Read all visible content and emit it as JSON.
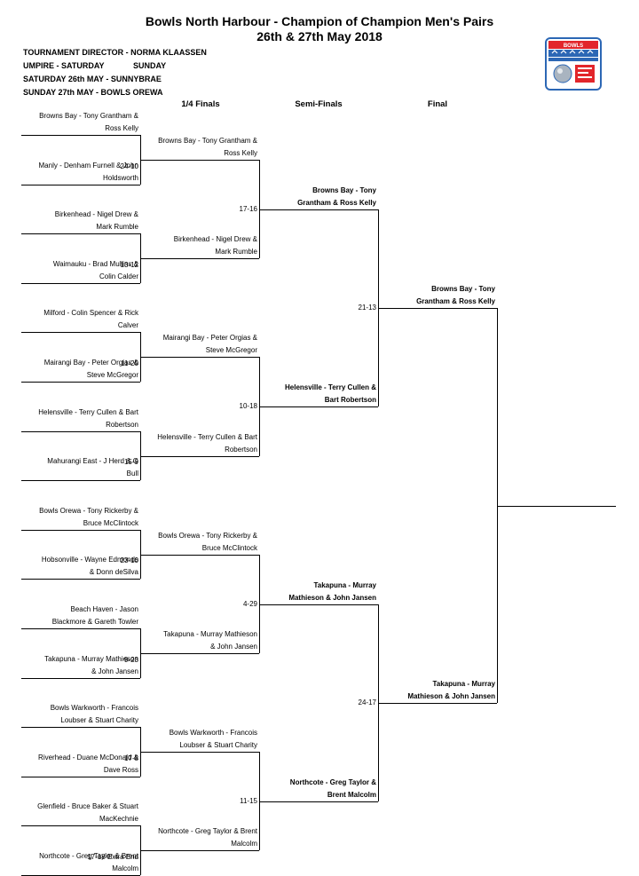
{
  "header": {
    "title": "Bowls North Harbour - Champion of Champion Men's Pairs",
    "dates": "26th & 27th May 2018",
    "director": "TOURNAMENT DIRECTOR - NORMA KLAASSEN",
    "umpire": "UMPIRE - SATURDAY",
    "umpire_sunday": "SUNDAY",
    "saturday": "SATURDAY 26th MAY - SUNNYBRAE",
    "sunday": "SUNDAY 27th MAY - BOWLS OREWA"
  },
  "rounds": {
    "quarter": "1/4 Finals",
    "semi": "Semi-Finals",
    "final": "Final"
  },
  "logo": {
    "text": "BOWLS",
    "colors": {
      "frame": "#2c67b5",
      "red": "#e2262b",
      "silver": "#a9b4c0"
    }
  },
  "entrants": [
    {
      "l1": "Browns Bay - Tony Grantham &",
      "l2": "Ross Kelly"
    },
    {
      "l1": "Manly - Denham Furnell & John",
      "l2": "Holdsworth"
    },
    {
      "l1": "Birkenhead - Nigel Drew &",
      "l2": "Mark Rumble"
    },
    {
      "l1": "Waimauku - Brad Mullins &",
      "l2": "Colin Calder"
    },
    {
      "l1": "Milford - Colin Spencer & Rick",
      "l2": "Calver"
    },
    {
      "l1": "Mairangi Bay - Peter Orgias &",
      "l2": "Steve McGregor"
    },
    {
      "l1": "Helensville - Terry Cullen & Bart",
      "l2": "Robertson"
    },
    {
      "l1": "Mahurangi East - J Herd & G",
      "l2": "Bull"
    },
    {
      "l1": "Bowls Orewa - Tony Rickerby &",
      "l2": "Bruce McClintock"
    },
    {
      "l1": "Hobsonville - Wayne Edmonds",
      "l2": "& Donn deSilva"
    },
    {
      "l1": "Beach Haven - Jason",
      "l2": "Blackmore & Gareth Towler"
    },
    {
      "l1": "Takapuna - Murray Mathieson",
      "l2": "& John Jansen"
    },
    {
      "l1": "Bowls Warkworth - Francois",
      "l2": "Loubser & Stuart Charity"
    },
    {
      "l1": "Riverhead - Duane McDonald &",
      "l2": "Dave Ross"
    },
    {
      "l1": "Glenfield - Bruce Baker & Stuart",
      "l2": "MacKechnie"
    },
    {
      "l1": "Northcote - Greg Taylor & Brent",
      "l2": "Malcolm"
    }
  ],
  "r1_scores": [
    "24-10",
    "13-12",
    "11-20",
    "15-9",
    "23-10",
    "9-23",
    "17-8",
    "17-18 Extra End"
  ],
  "quarter_winners": [
    {
      "l1": "Browns Bay - Tony Grantham &",
      "l2": "Ross Kelly"
    },
    {
      "l1": "Birkenhead - Nigel Drew &",
      "l2": "Mark Rumble"
    },
    {
      "l1": "Mairangi Bay - Peter Orgias &",
      "l2": "Steve McGregor"
    },
    {
      "l1": "Helensville - Terry Cullen & Bart",
      "l2": "Robertson"
    },
    {
      "l1": "Bowls Orewa - Tony Rickerby &",
      "l2": "Bruce McClintock"
    },
    {
      "l1": "Takapuna - Murray Mathieson",
      "l2": "& John Jansen"
    },
    {
      "l1": "Bowls Warkworth - Francois",
      "l2": "Loubser & Stuart Charity"
    },
    {
      "l1": "Northcote - Greg Taylor & Brent",
      "l2": "Malcolm"
    }
  ],
  "qf_scores": [
    "17-16",
    "10-18",
    "4-29",
    "11-15"
  ],
  "semi_finalists": [
    {
      "l1": "Browns Bay - Tony",
      "l2": "Grantham & Ross Kelly"
    },
    {
      "l1": "Helensville - Terry Cullen &",
      "l2": "Bart Robertson"
    },
    {
      "l1": "Takapuna - Murray",
      "l2": "Mathieson & John Jansen"
    },
    {
      "l1": "Northcote - Greg Taylor &",
      "l2": "Brent Malcolm"
    }
  ],
  "sf_scores": [
    "21-13",
    "24-17"
  ],
  "finalists": [
    {
      "l1": "Browns Bay - Tony",
      "l2": "Grantham & Ross Kelly"
    },
    {
      "l1": "Takapuna - Murray",
      "l2": "Mathieson & John Jansen"
    }
  ]
}
